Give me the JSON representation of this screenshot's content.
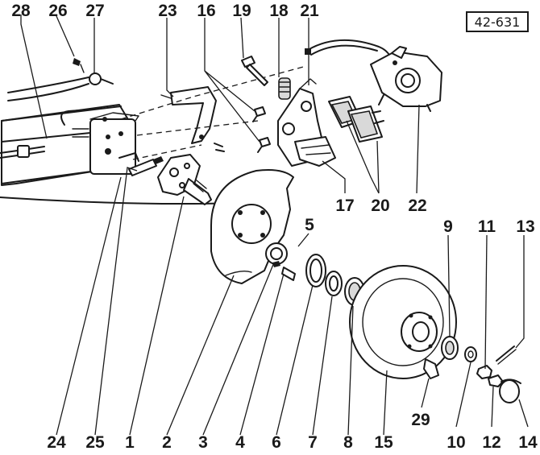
{
  "figure_ref": "42-631",
  "callouts": [
    "1",
    "2",
    "3",
    "4",
    "5",
    "6",
    "7",
    "8",
    "9",
    "10",
    "11",
    "12",
    "13",
    "14",
    "15",
    "16",
    "17",
    "18",
    "19",
    "20",
    "21",
    "22",
    "23",
    "24",
    "25",
    "26",
    "27",
    "28",
    "29"
  ]
}
